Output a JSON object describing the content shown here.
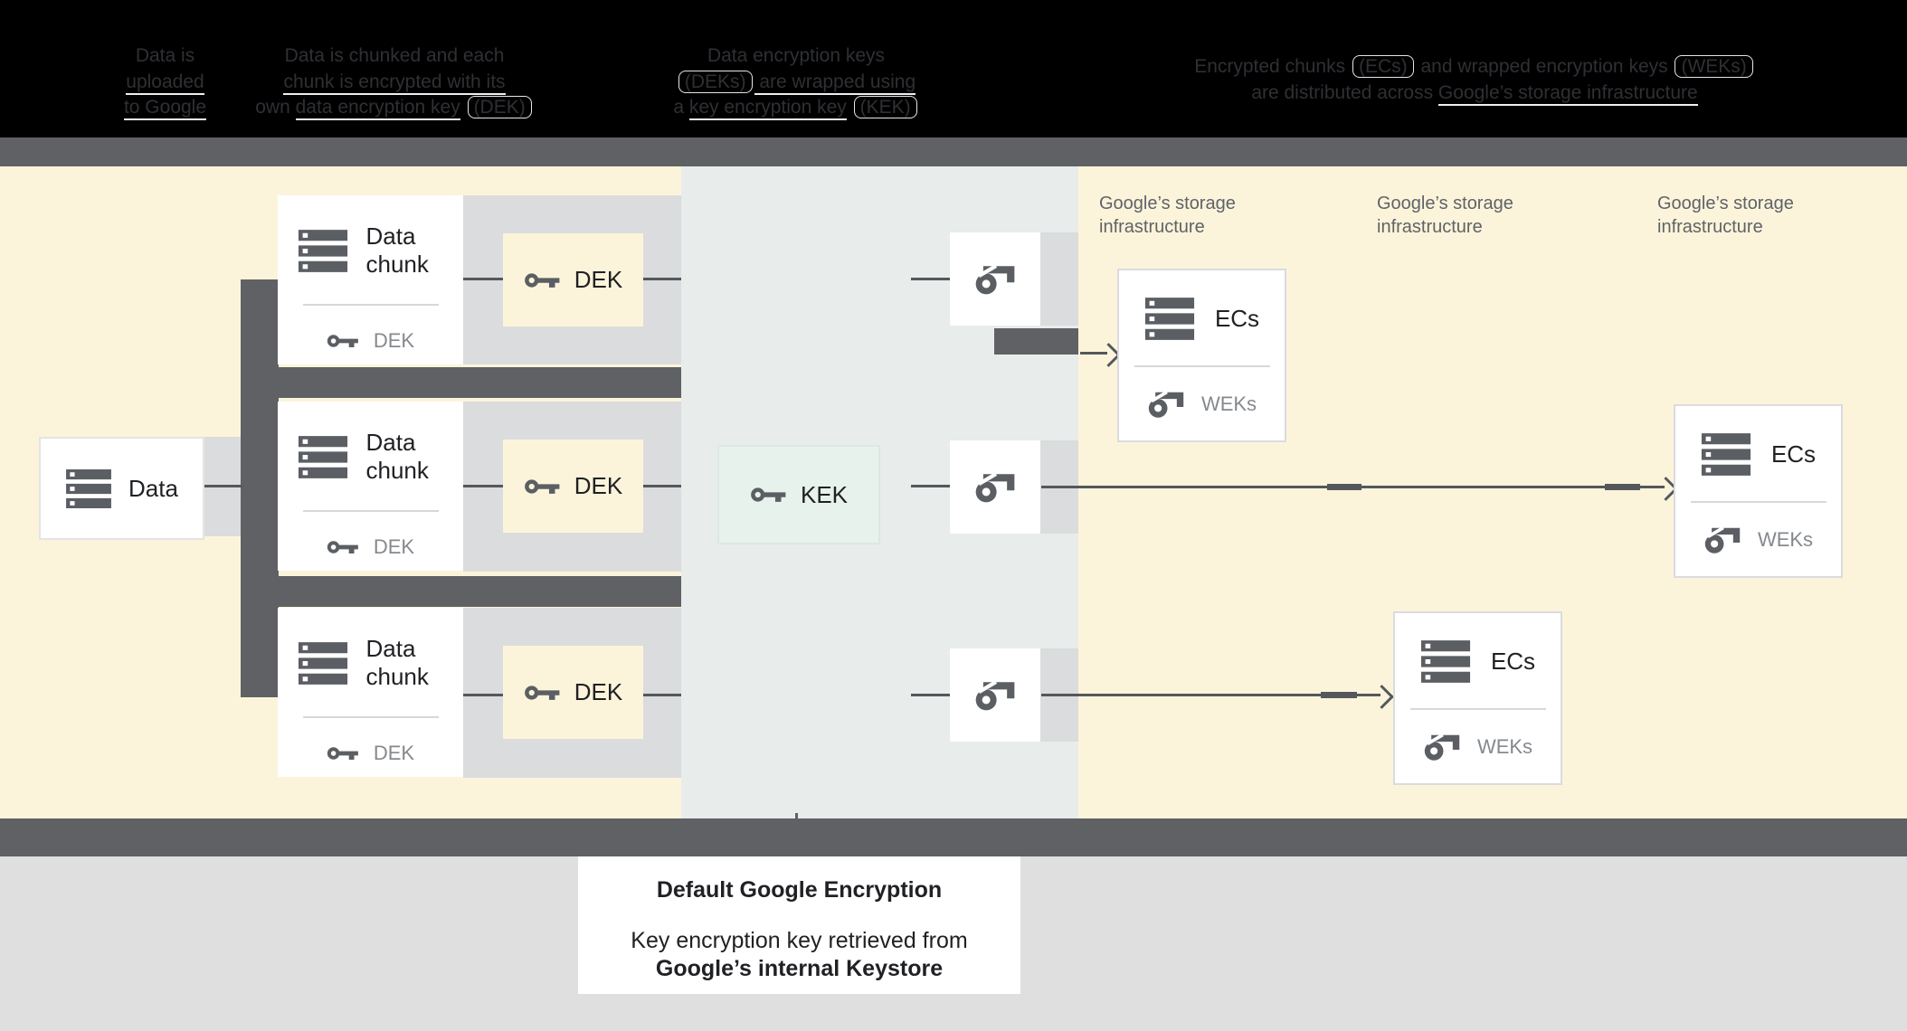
{
  "header": {
    "columns": [
      {
        "lines": [
          [
            {
              "t": "Data is",
              "s": "plain"
            }
          ],
          [
            {
              "t": "uploaded",
              "s": "link"
            }
          ],
          [
            {
              "t": "to Google",
              "s": "link"
            }
          ]
        ]
      },
      {
        "lines": [
          [
            {
              "t": "Data is chunked and each",
              "s": "plain"
            }
          ],
          [
            {
              "t": "chunk is encrypted with its",
              "s": "link"
            }
          ],
          [
            {
              "t": "own ",
              "s": "plain"
            },
            {
              "t": "data encryption key",
              "s": "link"
            },
            {
              "t": " ",
              "s": "plain"
            },
            {
              "t": "(DEK)",
              "s": "term"
            }
          ]
        ]
      },
      {
        "lines": [
          [
            {
              "t": "Data encryption keys",
              "s": "plain"
            }
          ],
          [
            {
              "t": "(DEKs)",
              "s": "term"
            },
            {
              "t": " are wrapped using",
              "s": "link"
            }
          ],
          [
            {
              "t": "a ",
              "s": "plain"
            },
            {
              "t": "key encryption key",
              "s": "link"
            },
            {
              "t": " ",
              "s": "plain"
            },
            {
              "t": "(KEK)",
              "s": "term"
            }
          ]
        ]
      },
      {
        "lines": [
          [
            {
              "t": "Encrypted chunks ",
              "s": "plain"
            },
            {
              "t": "(ECs)",
              "s": "term"
            },
            {
              "t": " and wrapped encryption keys ",
              "s": "plain"
            },
            {
              "t": "(WEKs)",
              "s": "term"
            }
          ],
          [
            {
              "t": "are distributed across ",
              "s": "plain"
            },
            {
              "t": "Google’s storage infrastructure",
              "s": "link"
            }
          ]
        ]
      }
    ]
  },
  "diagram": {
    "data_box": {
      "label": "Data"
    },
    "chunks": [
      {
        "title": "Data chunk",
        "key_label": "DEK"
      },
      {
        "title": "Data chunk",
        "key_label": "DEK"
      },
      {
        "title": "Data chunk",
        "key_label": "DEK"
      }
    ],
    "dek_boxes": [
      {
        "label": "DEK"
      },
      {
        "label": "DEK"
      },
      {
        "label": "DEK"
      }
    ],
    "kek_box": {
      "label": "KEK"
    },
    "storage_labels": [
      "Google’s storage infrastructure",
      "Google’s storage infrastructure",
      "Google’s storage infrastructure"
    ],
    "ecs_boxes": [
      {
        "title": "ECs",
        "key_label": "WEKs"
      },
      {
        "title": "ECs",
        "key_label": "WEKs"
      },
      {
        "title": "ECs",
        "key_label": "WEKs"
      }
    ]
  },
  "caption": {
    "title": "Default Google Encryption",
    "line1": "Key encryption key retrieved from",
    "line2": "Google’s internal Keystore"
  },
  "colors": {
    "header_bg": "#000000",
    "header_text": "#2e3034",
    "divider_bar": "#606164",
    "cream_zone": "#fcf4da",
    "middle_zone": "#e8eceb",
    "light_band": "#dbdcdd",
    "dark_connector": "#606164",
    "kek_green": "#e8f2ec",
    "box_border": "#d9dbdf",
    "title_text": "#202124",
    "muted_label": "#85898e",
    "storage_label": "#5f6368",
    "footer_bg": "#dfdfdf"
  }
}
